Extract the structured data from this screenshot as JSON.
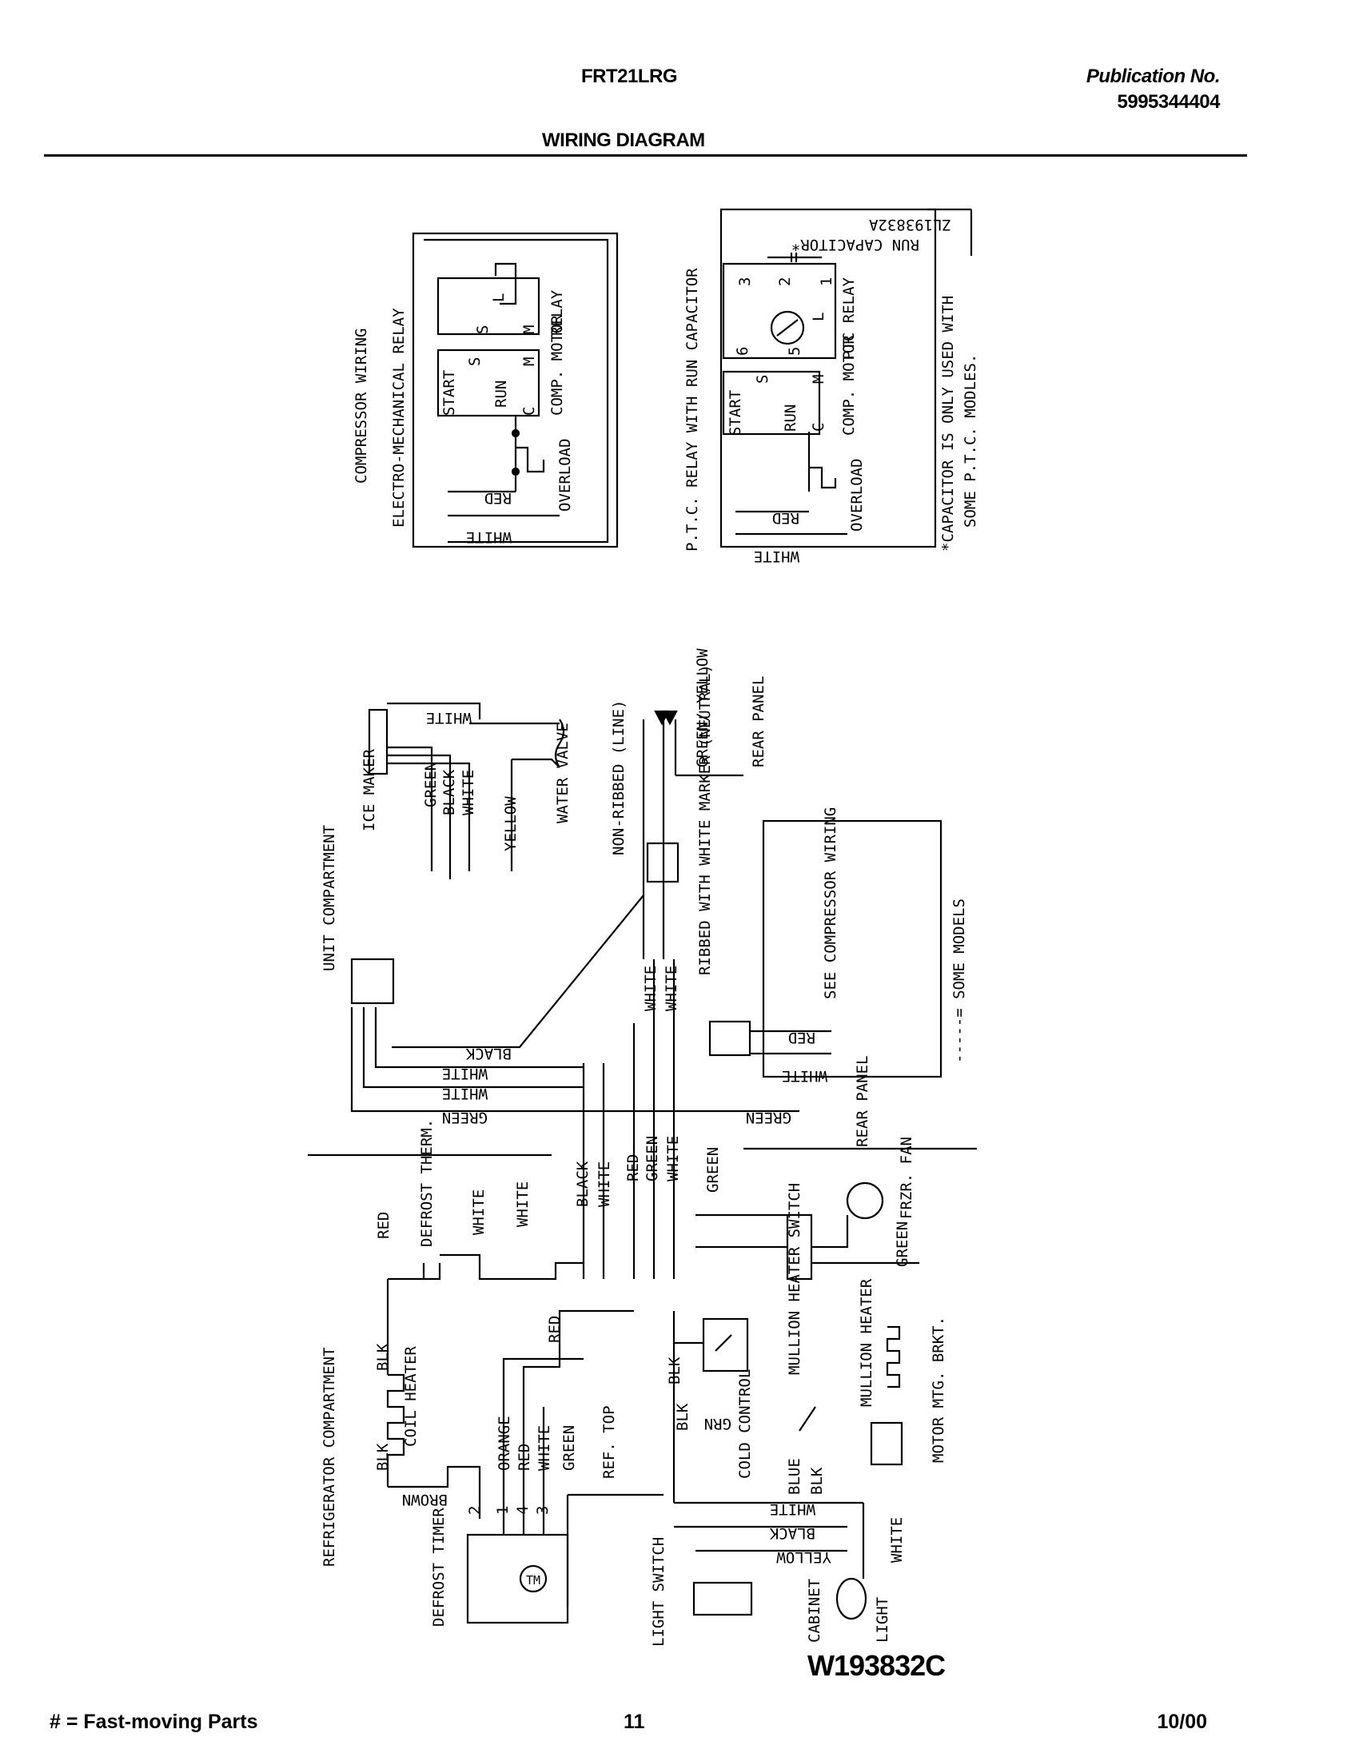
{
  "header": {
    "model": "FRT21LRG",
    "publication_label": "Publication No.",
    "publication_number": "5995344404",
    "title": "WIRING DIAGRAM"
  },
  "compressor_wiring": {
    "section_title": "COMPRESSOR WIRING",
    "relay1_title": "ELECTRO-MECHANICAL RELAY",
    "relay2_title": "P.T.C. RELAY WITH RUN CAPACITOR",
    "start": "START",
    "run": "RUN",
    "s": "S",
    "c": "C",
    "m": "M",
    "l": "L",
    "comp_motor": "COMP. MOTOR",
    "relay": "RELAY",
    "ptc_relay": "PTC RELAY",
    "overload": "OVERLOAD",
    "red": "RED",
    "white": "WHITE",
    "run_capacitor": "RUN CAPACITOR*",
    "part_no": "ZL193832A",
    "n1": "1",
    "n2": "2",
    "n3": "3",
    "n5": "5",
    "n6": "6",
    "note1": "*CAPACITOR IS ONLY USED WITH",
    "note2": "SOME P.T.C. MODLES."
  },
  "unit_compartment": {
    "section_title": "UNIT COMPARTMENT",
    "ice_maker": "ICE MAKER",
    "green": "GREEN",
    "black": "BLACK",
    "white": "WHITE",
    "yellow": "YELLOW",
    "water_valve": "WATER VALVE",
    "non_ribbed": "NON-RIBBED (LINE)",
    "green_yellow": "GREEN/ YELLOW",
    "rear_panel": "REAR PANEL",
    "ribbed": "RIBBED WITH WHITE MARKER (NEUTRAL)",
    "see_compressor": "SEE COMPRESSOR WIRING",
    "some_models": "-----= SOME MODELS",
    "red": "RED"
  },
  "refrigerator_compartment": {
    "section_title": "REFRIGERATOR COMPARTMENT",
    "defrost_therm": "DEFROST THERM.",
    "red": "RED",
    "white": "WHITE",
    "blk": "BLK",
    "coil_heater": "COIL HEATER",
    "brown": "BROWN",
    "orange": "ORANGE",
    "green": "GREEN",
    "black": "BLACK",
    "defrost_timer": "DEFROST TIMER",
    "tm": "TM",
    "t1": "1",
    "t2": "2",
    "t3": "3",
    "t4": "4",
    "ref_top": "REF. TOP",
    "cold_control": "COLD CONTROL",
    "grn": "GRN",
    "blue": "BLUE",
    "mullion_switch": "MULLION HEATER SWITCH",
    "mullion_heater": "MULLION HEATER",
    "motor_brkt": "MOTOR MTG. BRKT.",
    "frzr_fan": "FRZR. FAN",
    "light_switch": "LIGHT SWITCH",
    "cabinet": "CABINET",
    "light": "LIGHT",
    "yellow": "YELLOW"
  },
  "drawing_number": "W193832C",
  "footer": {
    "legend": "# = Fast-moving Parts",
    "page": "11",
    "date": "10/00"
  }
}
